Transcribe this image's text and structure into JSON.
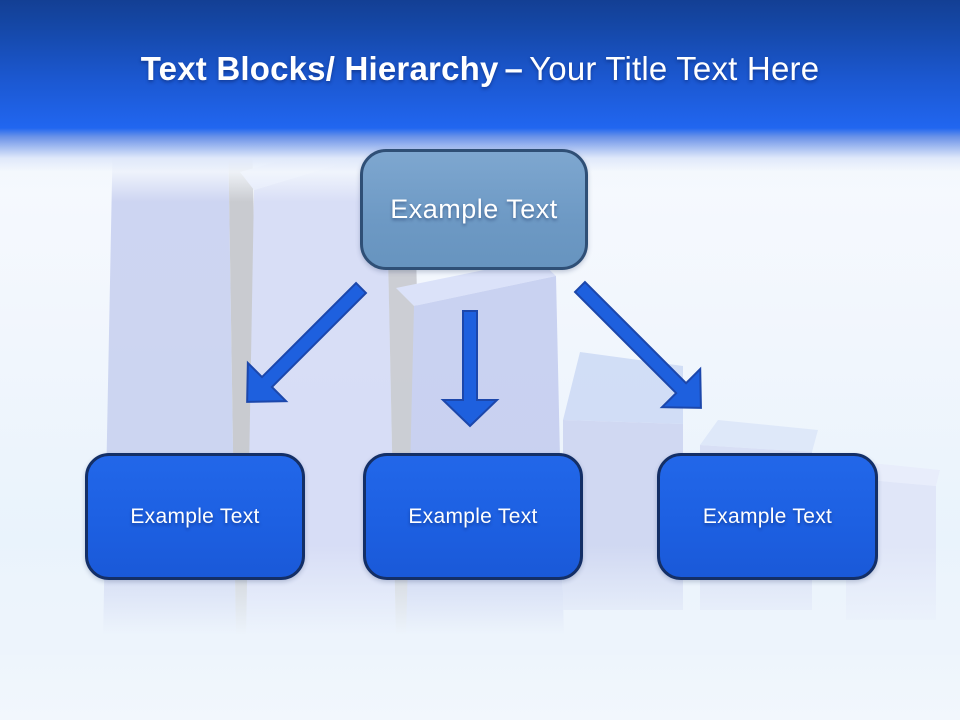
{
  "title": {
    "bold": "Text Blocks/ Hierarchy",
    "separator": "–",
    "regular": "Your Title Text Here"
  },
  "hierarchy": {
    "root": {
      "label": "Example Text"
    },
    "children": [
      {
        "label": "Example Text"
      },
      {
        "label": "Example Text"
      },
      {
        "label": "Example Text"
      }
    ]
  },
  "icons": {
    "connectors": [
      "arrow-down-left",
      "arrow-down",
      "arrow-down-right"
    ]
  },
  "colors": {
    "header_top": "#133f94",
    "header_bottom": "#2166f0",
    "title_text": "#ffffff",
    "root_box_fill": "#6d99c4",
    "root_box_border": "#2f4f76",
    "child_box_fill": "#1d60e2",
    "child_box_border": "#142f66",
    "arrow_fill": "#1e60de",
    "arrow_stroke": "#1c47ab",
    "background_bar": "#cdd5f2",
    "background_bar_shadow": "#c6c8cd"
  }
}
